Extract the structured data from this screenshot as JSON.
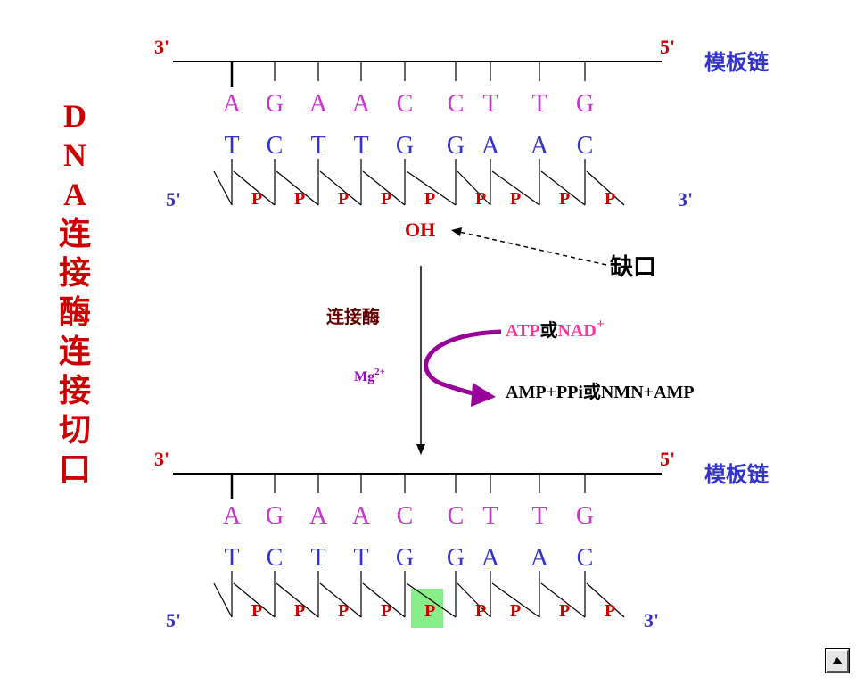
{
  "side_title": [
    "D",
    "N",
    "A",
    "连",
    "接",
    "酶",
    "连",
    "接",
    "切",
    "口"
  ],
  "top_strand": {
    "template_left": "3'",
    "template_right": "5'",
    "template_label": "模板链",
    "template_bases": [
      "A",
      "G",
      "A",
      "A",
      "C",
      "C",
      "T",
      "T",
      "G"
    ],
    "lower_bases": [
      "T",
      "C",
      "T",
      "T",
      "G",
      "G",
      "A",
      "A",
      "C"
    ],
    "lower_left": "5'",
    "lower_right": "3'",
    "phosphates": [
      "P",
      "P",
      "P",
      "P",
      "P",
      "P",
      "P",
      "P",
      "P"
    ],
    "hydroxyl": "OH"
  },
  "nick_label": "缺口",
  "reaction": {
    "enzyme": "连接酶",
    "cofactor_base": "Mg",
    "cofactor_sup": "2+",
    "input_a": "ATP",
    "input_or": "或",
    "input_b": "NAD",
    "input_b_sup": "+",
    "output": "AMP+PPi或NMN+AMP"
  },
  "bottom_strand": {
    "template_left": "3'",
    "template_right": "5'",
    "template_label": "模板链",
    "template_bases": [
      "A",
      "G",
      "A",
      "A",
      "C",
      "C",
      "T",
      "T",
      "G"
    ],
    "lower_bases": [
      "T",
      "C",
      "T",
      "T",
      "G",
      "G",
      "A",
      "A",
      "C"
    ],
    "lower_left": "5'",
    "lower_right": "3'",
    "phosphates": [
      "P",
      "P",
      "P",
      "P",
      "P",
      "P",
      "P",
      "P",
      "P"
    ]
  },
  "colors": {
    "title_red": "#cc0000",
    "label_blue": "#3333cc",
    "template_base": "#cc33cc",
    "lower_base": "#3333cc",
    "phosphate": "#cc0000",
    "purple_arrow": "#990099",
    "highlight": "#88ee88",
    "atp_pink": "#ff3399",
    "enzyme_dark": "#660000",
    "mg_purple": "#9900cc"
  },
  "nav_icon": "triangle-up-icon"
}
